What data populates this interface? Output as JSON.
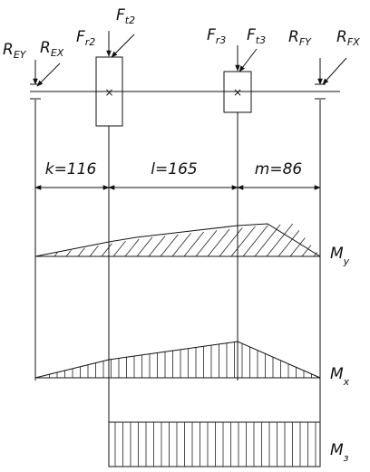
{
  "forces": {
    "rey": {
      "main": "R",
      "sub": "EY"
    },
    "rex": {
      "main": "R",
      "sub": "EX"
    },
    "fr2": {
      "main": "F",
      "sub": "r2"
    },
    "ft2": {
      "main": "F",
      "sub": "t2"
    },
    "fr3": {
      "main": "F",
      "sub": "r3"
    },
    "ft3": {
      "main": "F",
      "sub": "t3"
    },
    "rfy": {
      "main": "R",
      "sub": "FY"
    },
    "rfx": {
      "main": "R",
      "sub": "FX"
    }
  },
  "gear_symbol": "×",
  "dimensions": {
    "k": "k=116",
    "l": "l=165",
    "m": "m=86"
  },
  "diagrams": {
    "my": {
      "main": "M",
      "sub": "y"
    },
    "mx": {
      "main": "M",
      "sub": "x"
    },
    "mz": {
      "main": "M",
      "sub": "з"
    }
  }
}
